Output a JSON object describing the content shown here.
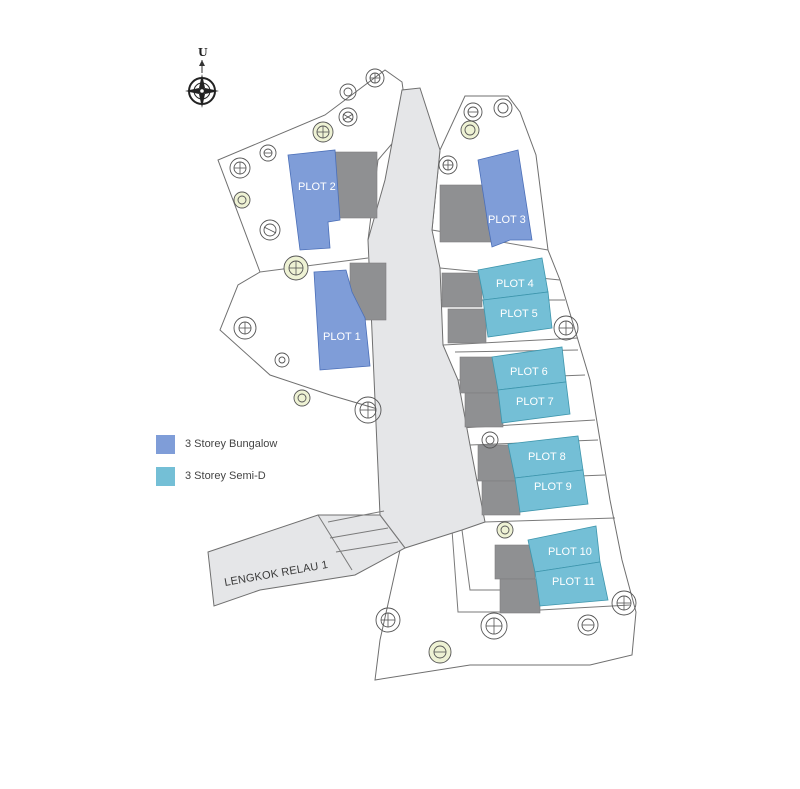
{
  "north_label": "U",
  "street_name": "LENGKOK RELAU 1",
  "colors": {
    "bungalow": "#7f9dd8",
    "semi_d": "#74bfd6",
    "car_porch": "#8f9092",
    "road": "#e5e6e8"
  },
  "legend": [
    {
      "label": "3 Storey Bungalow",
      "color": "#7f9dd8"
    },
    {
      "label": "3 Storey Semi-D",
      "color": "#74bfd6"
    }
  ],
  "plots": [
    {
      "label": "PLOT 1",
      "type": "bungalow"
    },
    {
      "label": "PLOT 2",
      "type": "bungalow"
    },
    {
      "label": "PLOT 3",
      "type": "bungalow"
    },
    {
      "label": "PLOT 4",
      "type": "semi_d"
    },
    {
      "label": "PLOT 5",
      "type": "semi_d"
    },
    {
      "label": "PLOT 6",
      "type": "semi_d"
    },
    {
      "label": "PLOT 7",
      "type": "semi_d"
    },
    {
      "label": "PLOT 8",
      "type": "semi_d"
    },
    {
      "label": "PLOT 9",
      "type": "semi_d"
    },
    {
      "label": "PLOT 10",
      "type": "semi_d"
    },
    {
      "label": "PLOT 11",
      "type": "semi_d"
    }
  ]
}
